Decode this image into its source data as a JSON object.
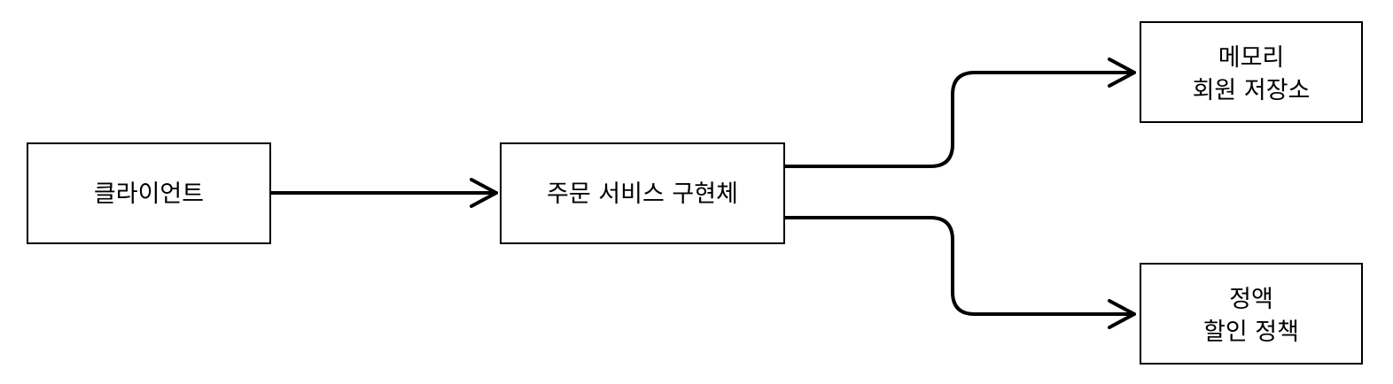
{
  "nodes": {
    "client": {
      "line1": "클라이언트"
    },
    "order_service": {
      "line1": "주문 서비스 구현체"
    },
    "memory_repo": {
      "line1": "메모리",
      "line2": "회원 저장소"
    },
    "fixed_discount": {
      "line1": "정액",
      "line2": "할인 정책"
    }
  }
}
